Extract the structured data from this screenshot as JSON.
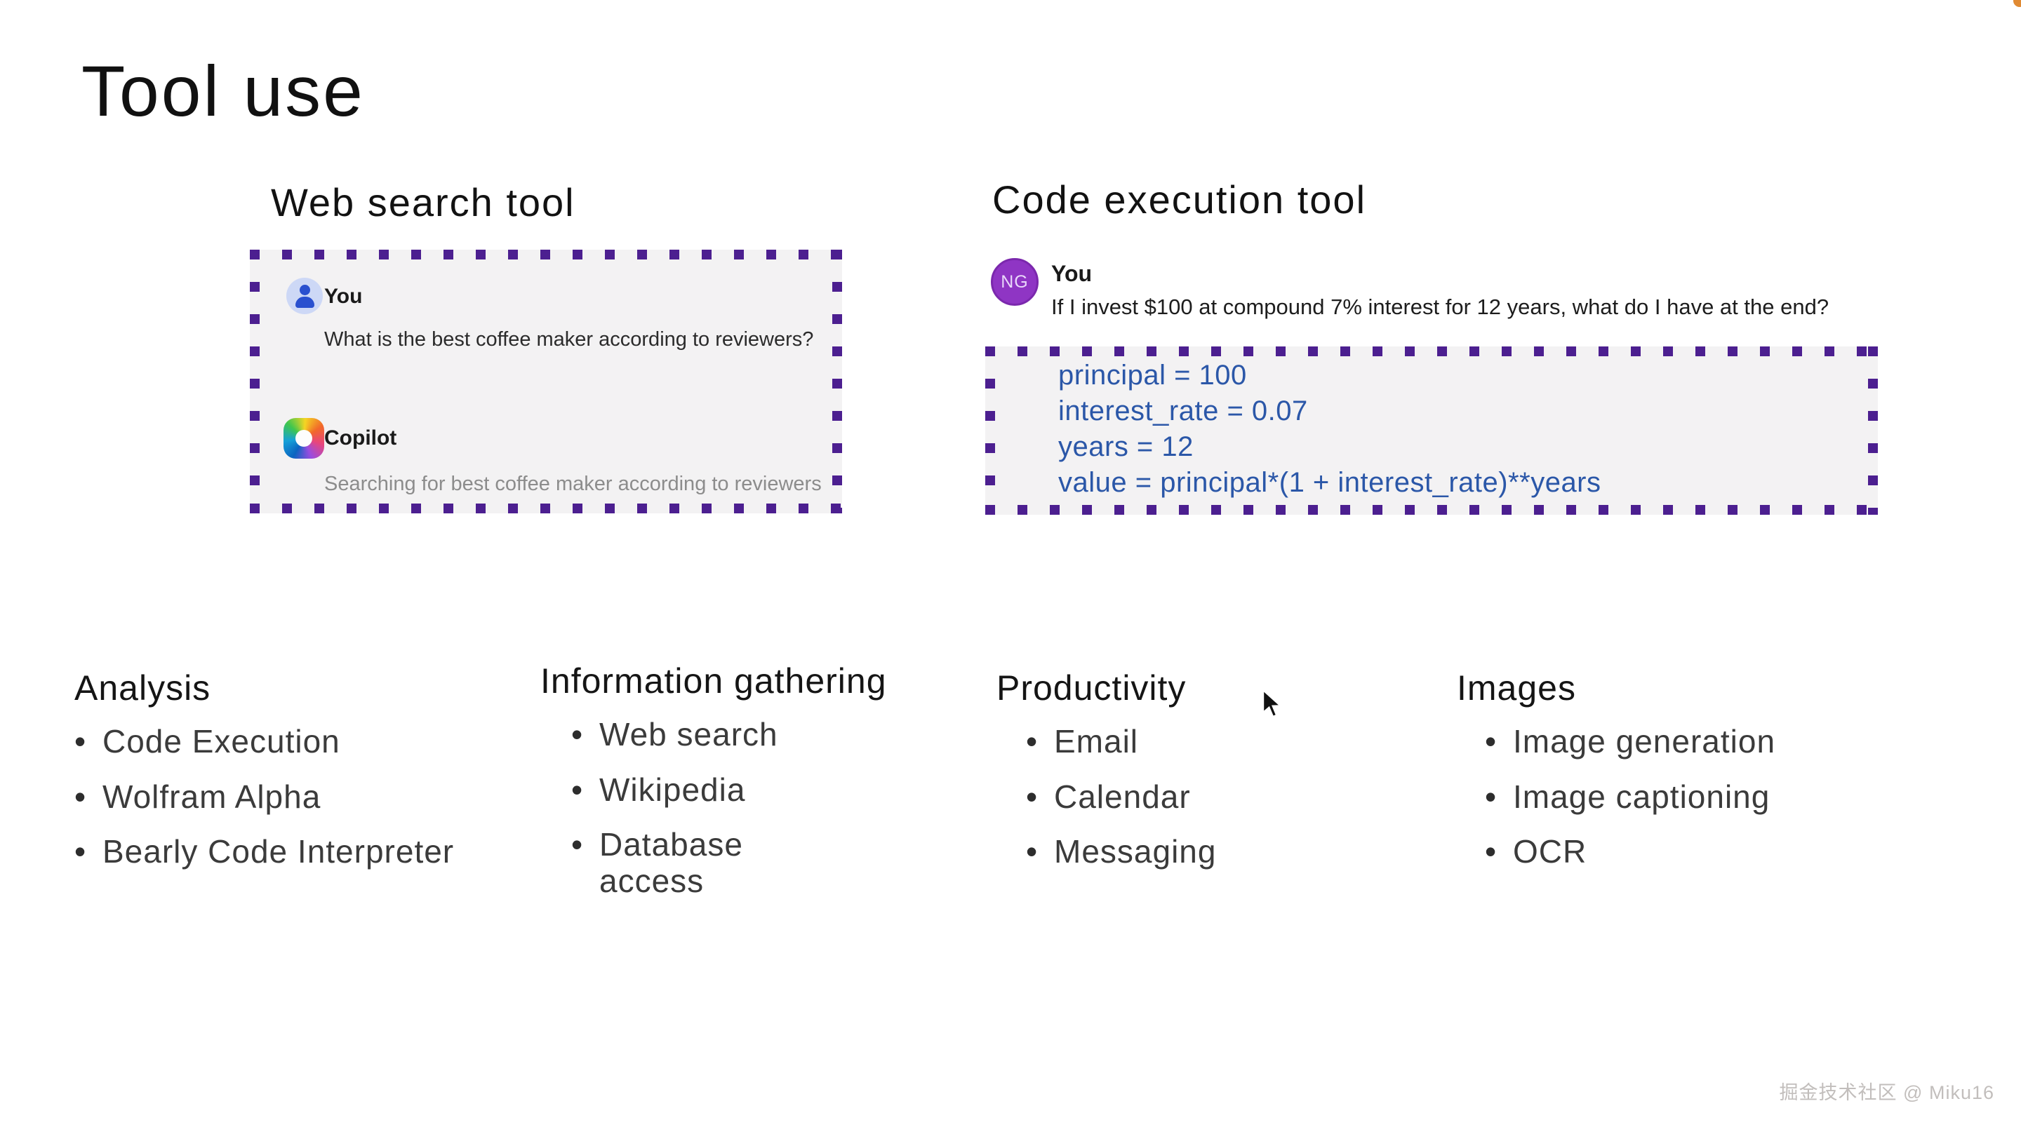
{
  "page": {
    "title": "Tool use",
    "watermark": "掘金技术社区 @ Miku16"
  },
  "web_search_section": {
    "heading": "Web search tool",
    "chat": {
      "user_name": "You",
      "user_message": "What is the best coffee maker according to reviewers?",
      "bot_name": "Copilot",
      "bot_status": "Searching for best coffee maker according to reviewers"
    }
  },
  "code_execution_section": {
    "heading": "Code execution tool",
    "chat": {
      "avatar_initials": "NG",
      "user_name": "You",
      "user_message": "If I invest $100 at compound 7% interest for 12 years, what do I have at the end?"
    },
    "code_lines": [
      "principal = 100",
      "interest_rate = 0.07",
      "years = 12",
      "value = principal*(1 + interest_rate)**years"
    ]
  },
  "categories": [
    {
      "title": "Analysis",
      "items": [
        "Code Execution",
        "Wolfram Alpha",
        "Bearly Code Interpreter"
      ]
    },
    {
      "title": "Information gathering",
      "items": [
        "Web search",
        "Wikipedia",
        "Database access"
      ]
    },
    {
      "title": "Productivity",
      "items": [
        "Email",
        "Calendar",
        "Messaging"
      ]
    },
    {
      "title": "Images",
      "items": [
        "Image generation",
        "Image captioning",
        "OCR"
      ]
    }
  ],
  "colors": {
    "dash_purple": "#4c1f90",
    "panel_gray": "#f3f2f3",
    "code_blue": "#2b57a8",
    "ng_avatar_purple": "#8f35c4",
    "user_avatar_blue": "#cdd8f6",
    "muted_text": "#8c8c8c",
    "corner_dot_orange": "#e08a33"
  }
}
